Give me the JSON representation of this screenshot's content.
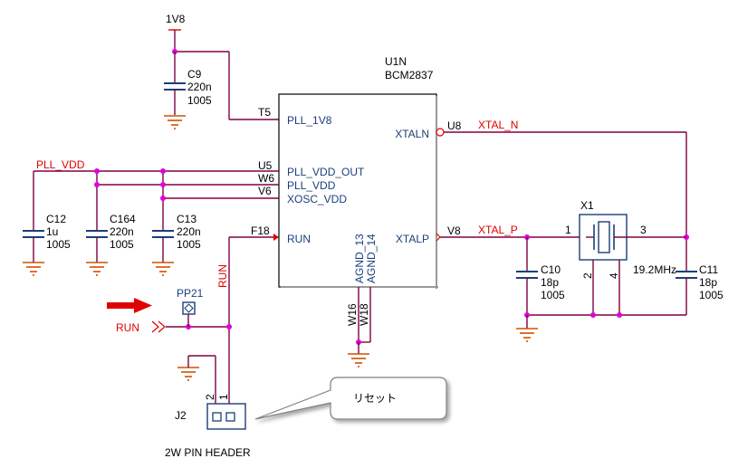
{
  "power": {
    "v1v8": "1V8"
  },
  "chip": {
    "ref": "U1N",
    "part": "BCM2837"
  },
  "pins": {
    "pll_1v8": {
      "number": "T5",
      "name": "PLL_1V8"
    },
    "pll_vdd_out": {
      "number": "U5",
      "name": "PLL_VDD_OUT"
    },
    "pll_vdd": {
      "number": "W6",
      "name": "PLL_VDD"
    },
    "xosc_vdd": {
      "number": "V6",
      "name": "XOSC_VDD"
    },
    "run": {
      "number": "F18",
      "name": "RUN"
    },
    "xtaln": {
      "number": "U8",
      "name": "XTALN"
    },
    "xtalp": {
      "number": "V8",
      "name": "XTALP"
    },
    "agnd13": {
      "name": "AGND_13",
      "number": "W16"
    },
    "agnd14": {
      "name": "AGND_14",
      "number": "W18"
    }
  },
  "nets": {
    "pll_vdd": "PLL_VDD",
    "xtal_n": "XTAL_N",
    "xtal_p": "XTAL_P",
    "run": "RUN",
    "run_vertical": "RUN"
  },
  "capacitors": [
    {
      "ref": "C9",
      "value": "220n",
      "size": "1005"
    },
    {
      "ref": "C12",
      "value": "1u",
      "size": "1005"
    },
    {
      "ref": "C164",
      "value": "220n",
      "size": "1005"
    },
    {
      "ref": "C13",
      "value": "220n",
      "size": "1005"
    },
    {
      "ref": "C10",
      "value": "18p",
      "size": "1005"
    },
    {
      "ref": "C11",
      "value": "18p",
      "size": "1005"
    }
  ],
  "crystal": {
    "ref": "X1",
    "freq": "19.2MHz",
    "pin1": "1",
    "pin2": "2",
    "pin3": "3",
    "pin4": "4"
  },
  "testpoint": {
    "ref": "PP21"
  },
  "header": {
    "ref": "J2",
    "label": "2W PIN HEADER",
    "pin1": "1",
    "pin2": "2"
  },
  "callout": {
    "text": "リセット"
  },
  "colors": {
    "wire": "#800040",
    "net_label": "#e00000",
    "junction": "#e000e0",
    "ground": "#d05000",
    "pin_text": "#1a3f7a"
  }
}
